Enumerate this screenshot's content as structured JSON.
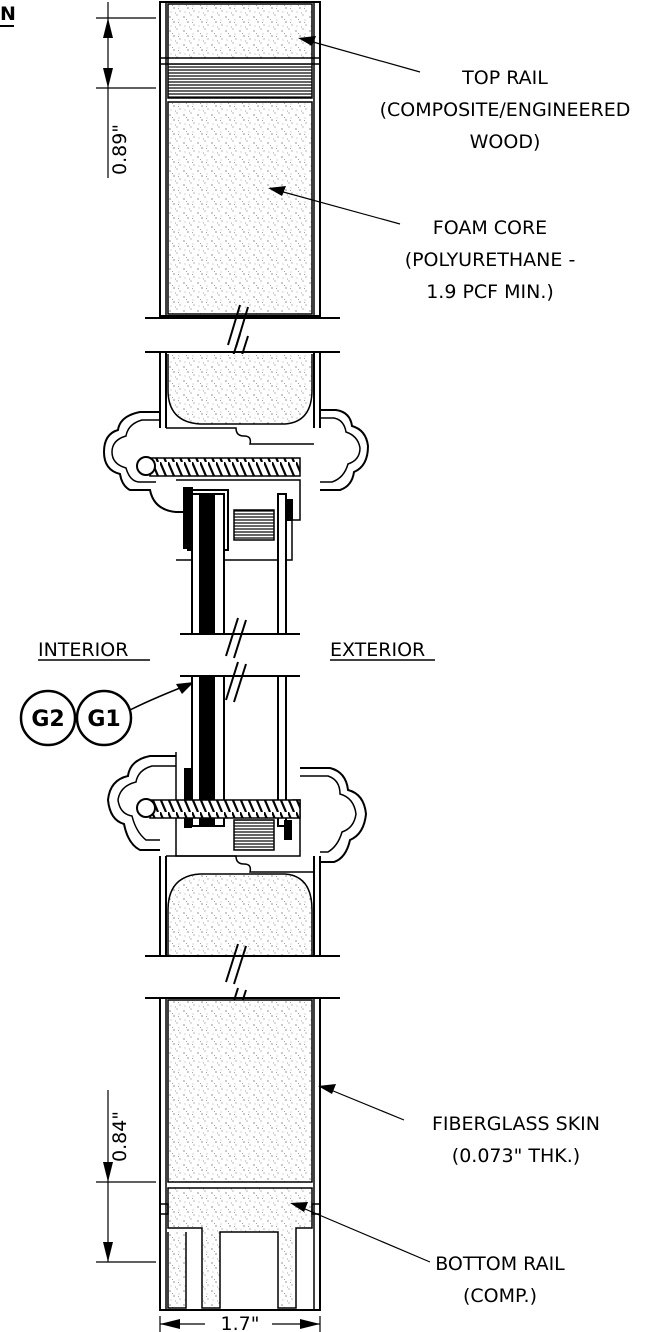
{
  "drawing": {
    "view_mark": "N",
    "labels": {
      "top_rail": [
        "TOP RAIL",
        "(COMPOSITE/ENGINEERED",
        "WOOD)"
      ],
      "foam_core": [
        "FOAM CORE",
        "(POLYURETHANE -",
        "1.9 PCF MIN.)"
      ],
      "fiberglass_skin": [
        "FIBERGLASS SKIN",
        "(0.073\" THK.)"
      ],
      "bottom_rail": [
        "BOTTOM RAIL",
        "(COMP.)"
      ],
      "interior": "INTERIOR",
      "exterior": "EXTERIOR"
    },
    "bubbles": [
      "G2",
      "G1"
    ],
    "dimensions": {
      "top": "0.89\"",
      "bottom": "0.84\"",
      "width": "1.7\""
    }
  }
}
